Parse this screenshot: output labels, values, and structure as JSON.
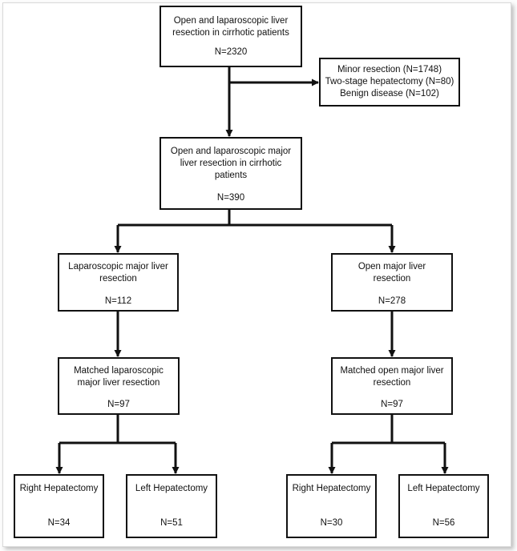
{
  "colors": {
    "stroke": "#111111",
    "background": "#ffffff",
    "frame_border": "#d9d9d9"
  },
  "boxes": {
    "root": {
      "label": "Open and laparoscopic liver resection in cirrhotic patients",
      "n": "N=2320"
    },
    "excluded": {
      "lines": [
        "Minor resection (N=1748)",
        "Two-stage hepatectomy (N=80)",
        "Benign disease (N=102)"
      ]
    },
    "major": {
      "label": "Open and laparoscopic major liver resection in cirrhotic patients",
      "n": "N=390"
    },
    "lap": {
      "label": "Laparoscopic major liver resection",
      "n": "N=112"
    },
    "open": {
      "label": "Open major liver resection",
      "n": "N=278"
    },
    "lap_matched": {
      "label": "Matched laparoscopic major liver resection",
      "n": "N=97"
    },
    "open_matched": {
      "label": "Matched open major liver resection",
      "n": "N=97"
    },
    "lap_right": {
      "label": "Right Hepatectomy",
      "n": "N=34"
    },
    "lap_left": {
      "label": "Left Hepatectomy",
      "n": "N=51"
    },
    "open_right": {
      "label": "Right Hepatectomy",
      "n": "N=30"
    },
    "open_left": {
      "label": "Left Hepatectomy",
      "n": "N=56"
    }
  }
}
